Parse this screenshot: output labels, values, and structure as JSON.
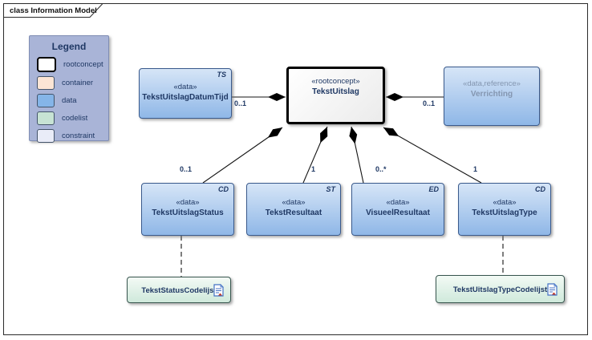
{
  "frame": {
    "title": "class Information Model"
  },
  "legend": {
    "title": "Legend",
    "items": [
      {
        "label": "rootconcept",
        "color": "#ffffff"
      },
      {
        "label": "container",
        "color": "#fce5d5"
      },
      {
        "label": "data",
        "color": "#85b5e8"
      },
      {
        "label": "codelist",
        "color": "#c7e3d4"
      },
      {
        "label": "constraint",
        "color": "#e9ecf8"
      }
    ]
  },
  "nodes": {
    "tekstuitslag": {
      "stereotype": "«rootconcept»",
      "name": "TekstUitslag",
      "kind": "rootconcept"
    },
    "datumtijd": {
      "stereotype": "«data»",
      "name": "TekstUitslagDatumTijd",
      "tag": "TS",
      "kind": "data"
    },
    "verrichting": {
      "stereotype": "«data,reference»",
      "name": "Verrichting",
      "kind": "data-reference"
    },
    "status": {
      "stereotype": "«data»",
      "name": "TekstUitslagStatus",
      "tag": "CD",
      "kind": "data"
    },
    "resultaat": {
      "stereotype": "«data»",
      "name": "TekstResultaat",
      "tag": "ST",
      "kind": "data"
    },
    "visueel": {
      "stereotype": "«data»",
      "name": "VisueelResultaat",
      "tag": "ED",
      "kind": "data"
    },
    "type": {
      "stereotype": "«data»",
      "name": "TekstUitslagType",
      "tag": "CD",
      "kind": "data"
    },
    "statuscodelijst": {
      "name": "TekstStatusCodelijst",
      "kind": "codelist",
      "icon": "codelist-document-icon"
    },
    "typecodelijst": {
      "name": "TekstUitslagTypeCodelijst",
      "kind": "codelist",
      "icon": "codelist-document-icon"
    }
  },
  "edges": {
    "datumtijd": {
      "multiplicity": "0..1",
      "type": "composition"
    },
    "verrichting": {
      "multiplicity": "0..1",
      "type": "composition"
    },
    "status": {
      "multiplicity": "0..1",
      "type": "composition"
    },
    "resultaat": {
      "multiplicity": "1",
      "type": "composition"
    },
    "visueel": {
      "multiplicity": "0..*",
      "type": "composition"
    },
    "type": {
      "multiplicity": "1",
      "type": "composition"
    },
    "status_codelist": {
      "style": "dashed"
    },
    "type_codelist": {
      "style": "dashed"
    }
  },
  "colors": {
    "data_fill_top": "#d6e5f7",
    "data_fill_bottom": "#8fb7e7",
    "codelist_fill": "#cfe9db",
    "legend_bg": "#a9b4d7",
    "text": "#1f3864",
    "reference_text": "#8496b0"
  }
}
